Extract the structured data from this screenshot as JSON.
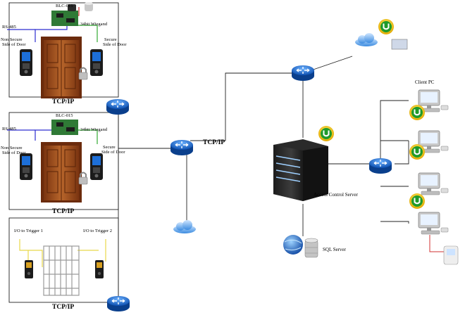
{
  "doors": {
    "door1": {
      "controller": "BLC-015",
      "rs485": "RS-485",
      "wiegand": "34bit Wiegand",
      "non_secure": [
        "Non Secure",
        "Side of Door"
      ],
      "secure": [
        "Secure",
        "Side of Door"
      ],
      "network": "TCP/IP"
    },
    "door2": {
      "controller": "BLC-015",
      "rs485": "RS-485",
      "wiegand": "34bit Wiegand",
      "non_secure": [
        "Non Secure",
        "Side of Door"
      ],
      "secure": [
        "Secure",
        "Side of Door"
      ],
      "network": "TCP/IP"
    }
  },
  "turnstile": {
    "trigger1": "I/O to Trigger 1",
    "trigger2": "I/O to Trigger 2",
    "network": "TCP/IP"
  },
  "backbone": {
    "network": "TCP/IP"
  },
  "server": {
    "label": "Access Control Server"
  },
  "database": {
    "label": "SQL Server"
  },
  "clients": {
    "label": "Client PC"
  },
  "colors": {
    "wire_rs485": "#2d2dd0",
    "wire_wiegand": "#33aa33",
    "wire_trigger": "#e8d84a",
    "wire_power": "#d23030",
    "router": "#1f6fd6",
    "door": "#9c4f1c"
  }
}
